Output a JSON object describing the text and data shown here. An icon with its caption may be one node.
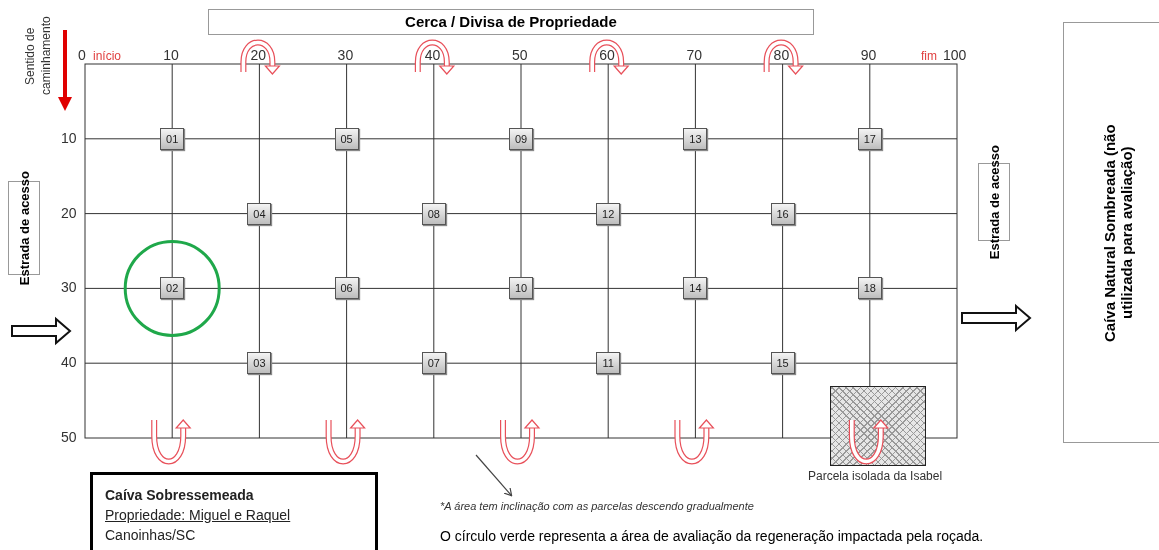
{
  "diagram": {
    "nodes": [
      {
        "text": [
          "Cerca / Divisa de Propriedade"
        ]
      },
      {
        "text": [
          "01"
        ]
      },
      {
        "text": [
          "05"
        ]
      },
      {
        "text": [
          "09"
        ]
      },
      {
        "text": [
          "13"
        ]
      },
      {
        "text": [
          "17"
        ]
      },
      {
        "text": [
          "04"
        ]
      },
      {
        "text": [
          "08"
        ]
      },
      {
        "text": [
          "12"
        ]
      },
      {
        "text": [
          "16"
        ]
      },
      {
        "text": [
          "02"
        ]
      },
      {
        "text": [
          "06"
        ]
      },
      {
        "text": [
          "10"
        ]
      },
      {
        "text": [
          "14"
        ]
      },
      {
        "text": [
          "18"
        ]
      },
      {
        "text": [
          "03"
        ]
      },
      {
        "text": [
          "07"
        ]
      },
      {
        "text": [
          "11"
        ]
      },
      {
        "text": [
          "15"
        ]
      },
      {
        "text": [
          "Estrada de acesso"
        ]
      },
      {
        "text": [
          "Estrada de acesso"
        ]
      },
      {
        "text": [
          "Caíva Natural Sombreada (não utilizada para avaliação)"
        ]
      },
      {
        "text": [],
        "shape": "box",
        "beside": [
          "Parcela isolada da Isabel"
        ]
      },
      {
        "text": [
          "Caíva Sobressemeada",
          "Propriedade: Miguel e Raquel",
          "Canoinhas/SC"
        ]
      }
    ],
    "labels": [
      "Sentido de caminhamento",
      "0",
      "início",
      "10",
      "20",
      "30",
      "40",
      "50",
      "60",
      "70",
      "80",
      "90",
      "fim",
      "100",
      "10",
      "20",
      "30",
      "40",
      "50",
      "*A área tem inclinação com as parcelas descendo gradualmente",
      "O círculo verde representa a área de avaliação da regeneração impactada pela roçada."
    ]
  }
}
